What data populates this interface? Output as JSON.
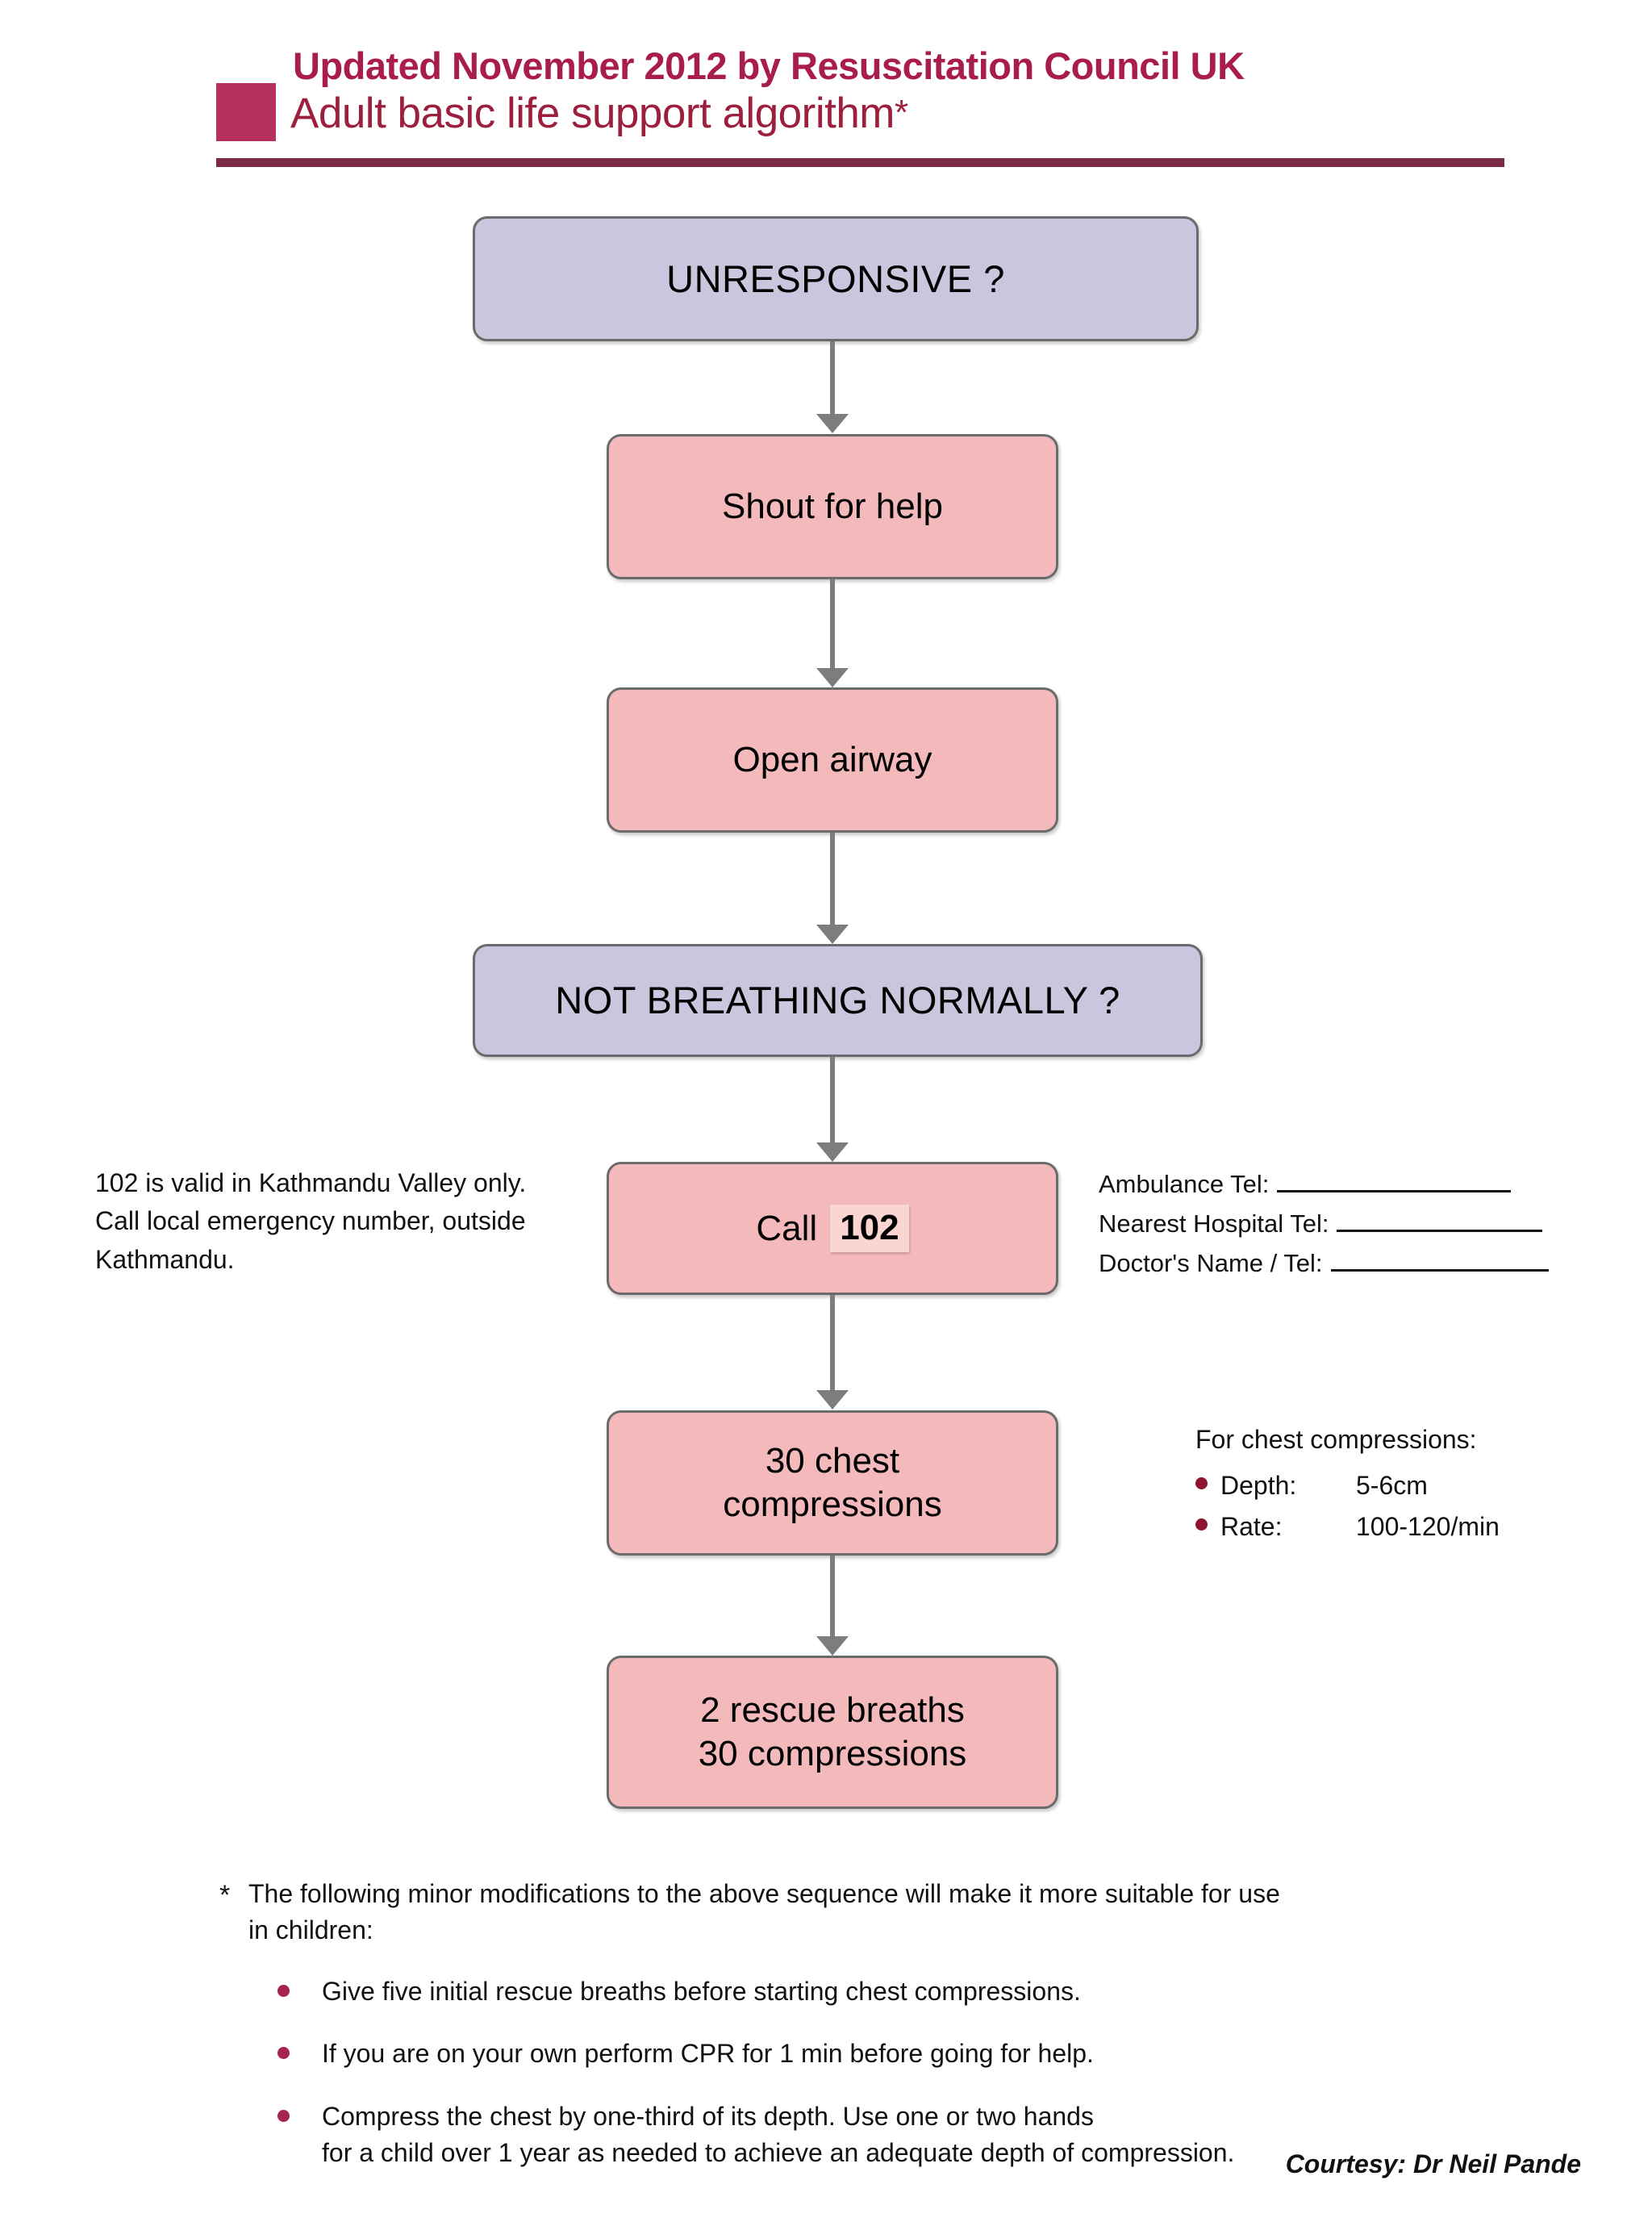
{
  "header": {
    "line1": "Updated November 2012 by Resuscitation Council UK",
    "line2": "Adult basic life support algorithm",
    "line2_asterisk": "*",
    "accent_color": "#a81c4e",
    "swatch_color": "#b8315e",
    "rule_color": "#7c2945"
  },
  "flowchart": {
    "type": "flowchart",
    "orientation": "vertical",
    "decision_fill": "#c9c6de",
    "action_fill": "#f3b9bb",
    "border_color": "#6b6b6b",
    "arrow_color": "#7d7d7d",
    "nodes": [
      {
        "id": "unresponsive",
        "kind": "decision",
        "label": "UNRESPONSIVE ?"
      },
      {
        "id": "shout",
        "kind": "action",
        "label": "Shout for help"
      },
      {
        "id": "airway",
        "kind": "action",
        "label": "Open airway"
      },
      {
        "id": "breathing",
        "kind": "decision",
        "label": "NOT BREATHING NORMALLY ?"
      },
      {
        "id": "call",
        "kind": "action",
        "label": "Call",
        "number": "102"
      },
      {
        "id": "compressions",
        "kind": "action",
        "line1": "30 chest",
        "line2": "compressions"
      },
      {
        "id": "breaths",
        "kind": "action",
        "line1": "2 rescue breaths",
        "line2": "30 compressions"
      }
    ],
    "edges": [
      {
        "from": "unresponsive",
        "to": "shout"
      },
      {
        "from": "shout",
        "to": "airway"
      },
      {
        "from": "airway",
        "to": "breathing"
      },
      {
        "from": "breathing",
        "to": "call"
      },
      {
        "from": "call",
        "to": "compressions"
      },
      {
        "from": "compressions",
        "to": "breaths"
      }
    ]
  },
  "note_left": {
    "line1": "102 is valid in Kathmandu Valley only.",
    "line2": "Call local emergency number, outside",
    "line3": "Kathmandu."
  },
  "contacts": {
    "rows": [
      {
        "label": "Ambulance Tel:",
        "value": ""
      },
      {
        "label": "Nearest Hospital Tel:",
        "value": ""
      },
      {
        "label": "Doctor's Name / Tel:",
        "value": ""
      }
    ]
  },
  "compressions_info": {
    "title": "For chest compressions:",
    "bullet_color": "#8e1430",
    "items": [
      {
        "label": "Depth:",
        "value": "5-6cm"
      },
      {
        "label": "Rate:",
        "value": "100-120/min"
      }
    ]
  },
  "footnotes": {
    "star": "*",
    "intro_line1": "The following minor modifications to the above sequence will make it more suitable for use",
    "intro_line2": "in children:",
    "bullet_color": "#a82450",
    "items": [
      {
        "line1": "Give five initial rescue breaths before starting chest compressions.",
        "line2": ""
      },
      {
        "line1": "If you are on your own perform CPR for 1 min before going for help.",
        "line2": ""
      },
      {
        "line1": "Compress the chest by one-third of its depth.  Use one or two hands",
        "line2": "for a child over 1 year as needed to achieve an adequate depth of compression."
      }
    ]
  },
  "courtesy": "Courtesy: Dr Neil Pande"
}
